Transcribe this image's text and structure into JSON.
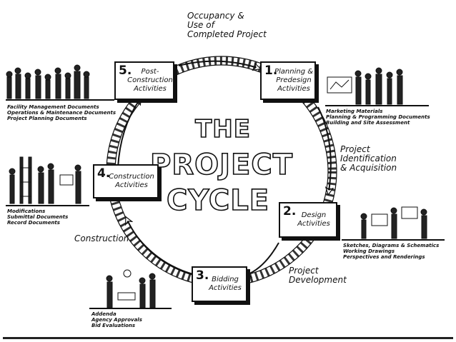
{
  "title": {
    "line1": "THE",
    "line2": "PROJECT",
    "line3": "CYCLE"
  },
  "stages": [
    {
      "number": "1.",
      "label": "Planning & Predesign Activities"
    },
    {
      "number": "2.",
      "label": "Design Activities"
    },
    {
      "number": "3.",
      "label": "Bidding Activities"
    },
    {
      "number": "4.",
      "label": "Construction Activities"
    },
    {
      "number": "5.",
      "label": "Post-Construction Activities"
    }
  ],
  "phases": {
    "occupancy": "Occupancy &\nUse of\nCompleted Project",
    "identification": "Project\nIdentification\n& Acquisition",
    "development": "Project\nDevelopment",
    "construction": "Construction"
  },
  "notes": {
    "stage1": "Marketing Materials\nPlanning & Programming Documents\nBuilding and Site Assessment",
    "stage2": "Sketches, Diagrams & Schematics\nWorking Drawings\nPerspectives and Renderings",
    "stage3": "Addenda\nAgency Approvals\nBid Evaluations",
    "stage4": "Modifications\nSubmittal Documents\nRecord Documents",
    "stage5": "Facility Management Documents\nOperations & Maintenance Documents\nProject Planning Documents"
  }
}
